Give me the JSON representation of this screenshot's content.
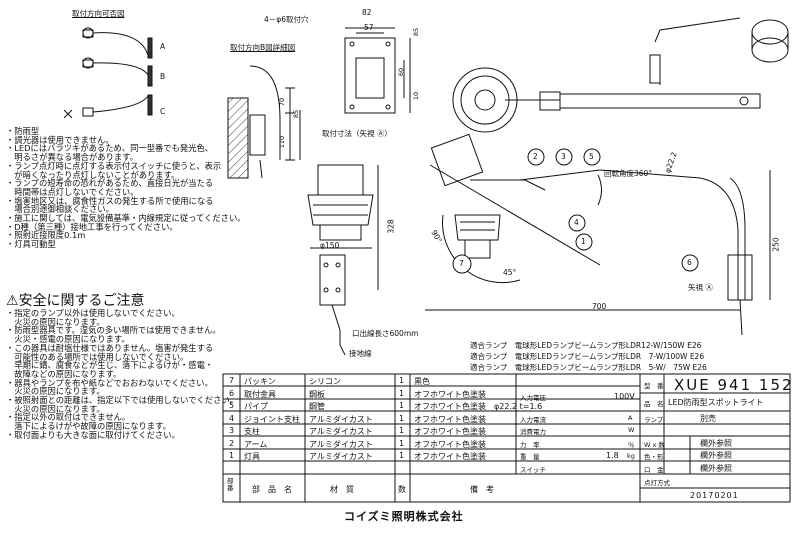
{
  "drawing": {
    "install_direction_title": "取付方向可否図",
    "directions": [
      "A",
      "B",
      "C"
    ],
    "detail_b_title": "取付方向B図詳細図",
    "hole_label": "4－φ6取付穴",
    "dims": {
      "w82": "82",
      "w57": "57",
      "h85": "85",
      "h60": "60",
      "h10": "10",
      "left70": "70",
      "left85": "85",
      "left110": "110",
      "phi150": "φ150",
      "d328": "328",
      "d90": "90°",
      "d45": "45°",
      "d700": "700",
      "d250": "250",
      "phi22": "φ22.2",
      "rotation": "回転角度360°"
    },
    "mount_dim_label": "取付寸法（矢視 Ⓐ）",
    "callouts": [
      "1",
      "2",
      "3",
      "4",
      "5",
      "6",
      "7"
    ],
    "arrow_view": "矢視 Ⓐ",
    "outlet_label": "口出線長さ600mm",
    "ground_label": "接地線"
  },
  "notes": {
    "heading1": "・防雨型",
    "lines1": [
      "・調光器は使用できません。",
      "・LEDにはバラツキがあるため、同一型番でも発光色、",
      "　明るさが異なる場合があります。",
      "・ランプ点灯時に点灯する表示付スイッチに使うと、表示",
      "　が暗くなったり点灯しないことがあります。",
      "・ランプの短寿命の恐れがあるため、直接日光が当たる",
      "　時間帯は点灯しないでください。",
      "・塩害地区又は、腐食性ガスの発生する所で使用になる",
      "　場合別途御相談ください。",
      "・施工に関しては、電気設備基準・内線規定に従ってください。",
      "・D種（第三種）接地工事を行ってください。",
      "・照射近接限度0.1m",
      "・灯具可動型"
    ],
    "safety_heading": "安全に関するご注意",
    "lines2": [
      "・指定のランプ以外は使用しないでください。",
      "　火災の原因になります。",
      "・防雨型器具です。湿気の多い場所では使用できません。",
      "　火災・感電の原因になります。",
      "・この器具は耐塩仕様ではありません。塩害が発生する",
      "　可能性のある場所では使用しないでください。",
      "　早期に錆、腐食などが生じ、落下によるけが・感電・",
      "　故障などの原因になります。",
      "・器具やランプを布や紙などでおおわないでください。",
      "　火災の原因になります。",
      "・被照射面との距離は、指定以下では使用しないでください。",
      "　火災の原因になります。",
      "・指定以外の取付はできません。",
      "　落下によるけがや故障の原因になります。",
      "・取付面よりも大きな面に取付けてください。"
    ]
  },
  "lamps": [
    "適合ランプ　電球形LEDランプビームランプ形LDR12-W/150W E26",
    "適合ランプ　電球形LEDランプビームランプ形LDR　7-W/100W E26",
    "適合ランプ　電球形LEDランプビームランプ形LDR　5-W/　75W E26"
  ],
  "parts": {
    "headers": {
      "no": "部番",
      "name": "部　品　名",
      "material": "材　質",
      "qty": "数",
      "remarks": "備　考"
    },
    "rows": [
      {
        "no": "7",
        "name": "パッキン",
        "material": "シリコン",
        "qty": "1",
        "remarks": "黒色"
      },
      {
        "no": "6",
        "name": "取付金具",
        "material": "鋼板",
        "qty": "1",
        "remarks": "オフホワイト色塗装"
      },
      {
        "no": "5",
        "name": "パイプ",
        "material": "鋼管",
        "qty": "1",
        "remarks": "オフホワイト色塗装　φ22.2 t=1.6"
      },
      {
        "no": "4",
        "name": "ジョイント支柱",
        "material": "アルミダイカスト",
        "qty": "1",
        "remarks": "オフホワイト色塗装"
      },
      {
        "no": "3",
        "name": "支柱",
        "material": "アルミダイカスト",
        "qty": "1",
        "remarks": "オフホワイト色塗装"
      },
      {
        "no": "2",
        "name": "アーム",
        "material": "アルミダイカスト",
        "qty": "1",
        "remarks": "オフホワイト色塗装"
      },
      {
        "no": "1",
        "name": "灯具",
        "material": "アルミダイカスト",
        "qty": "1",
        "remarks": "オフホワイト色塗装"
      }
    ]
  },
  "spec": {
    "model_label": "型　番",
    "model_value": "XUE 941 152",
    "input_v_label": "入力電圧",
    "input_v_value": "100V",
    "product_label": "品　名",
    "product_value": "LED防雨型スポットライト",
    "input_i_label": "入力電流",
    "input_i_unit": "A",
    "lamp_label": "ランプ",
    "lamp_value": "別売",
    "power_label": "消費電力",
    "power_unit": "W",
    "power_val_label": "力　率",
    "power_val_unit": "％",
    "wxcount_label": "W x 数",
    "wxcount_value": "欄外参照",
    "weight_label": "重　量",
    "weight_value": "1.8",
    "weight_unit": "kg",
    "color_label": "色・形",
    "color_value": "欄外参照",
    "switch_label": "スイッチ",
    "metal_label": "口　金",
    "metal_value": "欄外参照",
    "lamp_type_label": "点灯方式",
    "date_value": "20170201"
  },
  "footer": "コイズミ照明株式会社"
}
